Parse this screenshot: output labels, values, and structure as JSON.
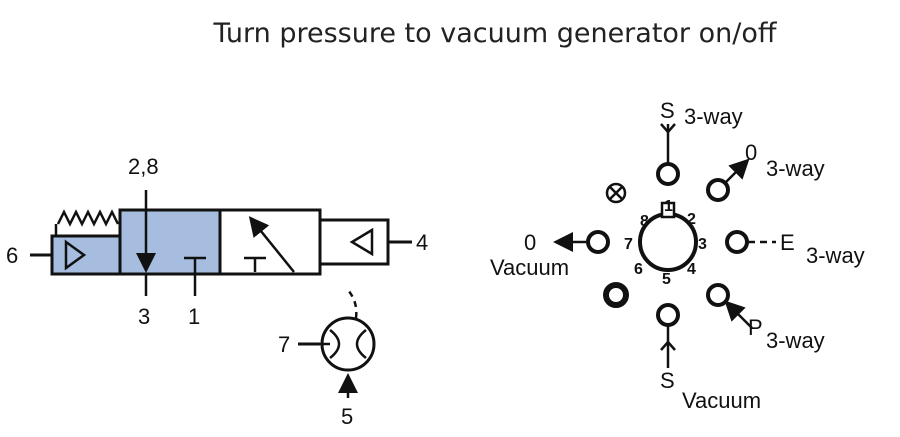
{
  "title": "Turn pressure to vacuum generator on/off",
  "colors": {
    "valve_active_fill": "#a6bde0",
    "ink": "#111111",
    "background": "#ffffff"
  },
  "valve": {
    "labels": {
      "port_6": "6",
      "port_28": "2,8",
      "port_3": "3",
      "port_1": "1",
      "port_4": "4",
      "port_7": "7",
      "port_5": "5"
    }
  },
  "rotary": {
    "inner_numbers": [
      "8",
      "1",
      "2",
      "7",
      "3",
      "6",
      "5",
      "4"
    ],
    "labels": {
      "top_s": "S",
      "top_3way": "3-way",
      "top_right_0": "0",
      "top_right_3way": "3-way",
      "left_0": "0",
      "left_vacuum": "Vacuum",
      "right_e": "E",
      "right_3way": "3-way",
      "bottom_right_p": "P",
      "bottom_right_3way": "3-way",
      "bottom_s": "S",
      "bottom_vacuum": "Vacuum"
    },
    "icons": [
      "crossed-circle-icon",
      "filled-ring-icon"
    ]
  }
}
